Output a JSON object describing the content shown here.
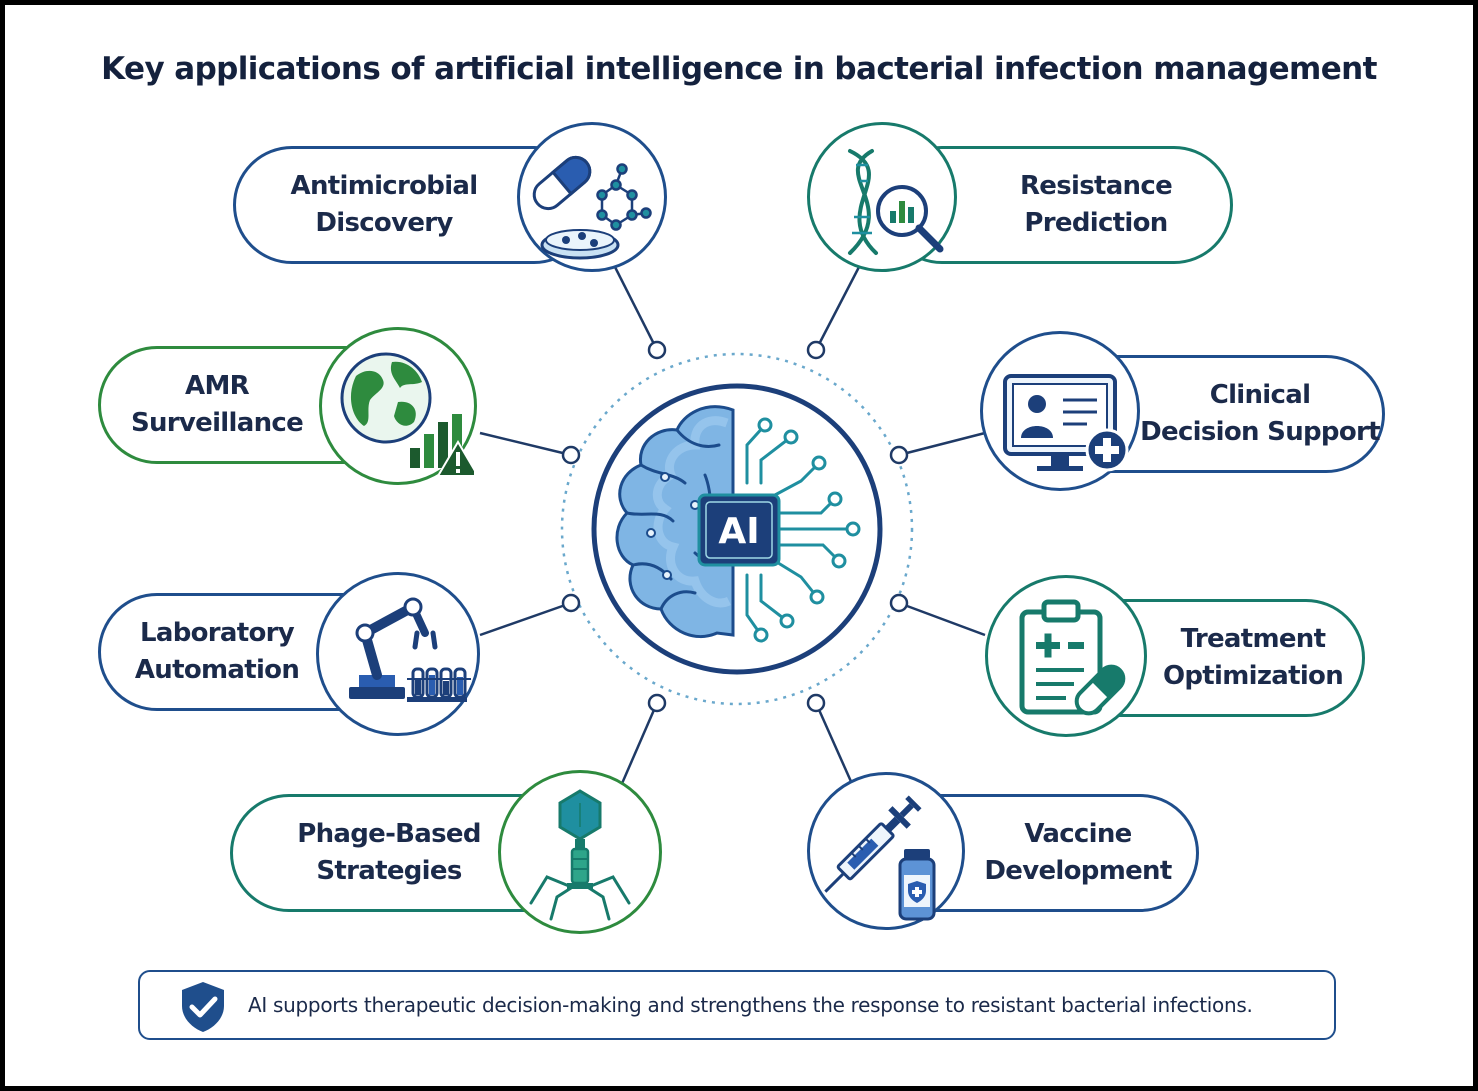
{
  "title": "Key applications of artificial intelligence in bacterial infection management",
  "center": {
    "label": "AI",
    "icon": "brain-circuit-icon"
  },
  "applications": [
    {
      "label": "Antimicrobial\nDiscovery",
      "icon": "capsule-molecule-petri-dish-icon",
      "accent": "#1f4e8c"
    },
    {
      "label": "Resistance\nPrediction",
      "icon": "dna-magnifier-icon",
      "accent": "#177a6b"
    },
    {
      "label": "AMR\nSurveillance",
      "icon": "globe-chart-warning-icon",
      "accent": "#2e8b3e"
    },
    {
      "label": "Clinical\nDecision Support",
      "icon": "monitor-patient-plus-icon",
      "accent": "#1f4e8c"
    },
    {
      "label": "Laboratory\nAutomation",
      "icon": "robot-arm-test-tubes-icon",
      "accent": "#1f4e8c"
    },
    {
      "label": "Treatment\nOptimization",
      "icon": "clipboard-capsule-icon",
      "accent": "#177a6b"
    },
    {
      "label": "Phage-Based\nStrategies",
      "icon": "bacteriophage-icon",
      "accent": "#2e8b3e"
    },
    {
      "label": "Vaccine\nDevelopment",
      "icon": "syringe-vial-icon",
      "accent": "#1f4e8c"
    }
  ],
  "footer": {
    "icon": "shield-check-icon",
    "text": "AI supports therapeutic decision-making and strengthens the response to resistant bacterial infections."
  }
}
